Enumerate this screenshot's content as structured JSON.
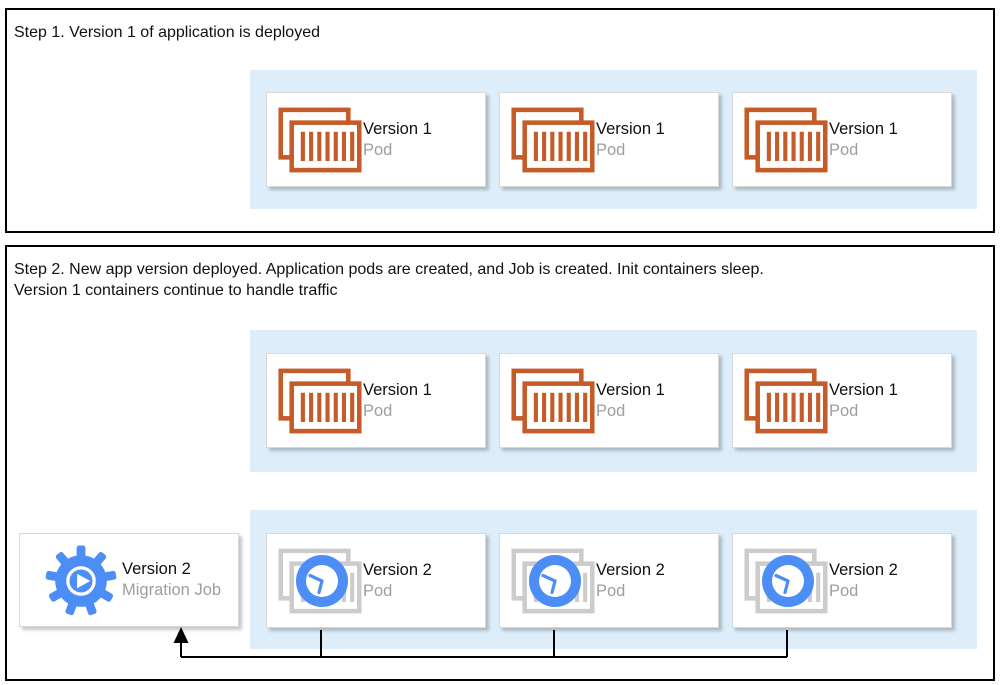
{
  "step1": {
    "title": "Step 1. Version 1 of application is deployed",
    "pods": [
      {
        "name": "Version 1",
        "type": "Pod"
      },
      {
        "name": "Version 1",
        "type": "Pod"
      },
      {
        "name": "Version 1",
        "type": "Pod"
      }
    ]
  },
  "step2": {
    "title_line1": "Step 2. New app version deployed. Application pods are created, and Job is created. Init containers sleep.",
    "title_line2": "Version 1 containers continue to handle traffic",
    "version1_pods": [
      {
        "name": "Version 1",
        "type": "Pod"
      },
      {
        "name": "Version 1",
        "type": "Pod"
      },
      {
        "name": "Version 1",
        "type": "Pod"
      }
    ],
    "version2_pods": [
      {
        "name": "Version 2",
        "type": "Pod"
      },
      {
        "name": "Version 2",
        "type": "Pod"
      },
      {
        "name": "Version 2",
        "type": "Pod"
      }
    ],
    "migration_job": {
      "name": "Version 2",
      "type": "Migration Job"
    }
  },
  "icons": {
    "version1_pod": "container-icon",
    "version2_pod": "container-icon + sleeping-clock-icon",
    "migration_job": "gear-play-icon"
  },
  "colors": {
    "container_icon_orange": "#c45b28",
    "accent_blue": "#4c8df6",
    "group_background": "#ddeefa",
    "muted_text": "#9e9e9e",
    "border_black": "#000000"
  }
}
